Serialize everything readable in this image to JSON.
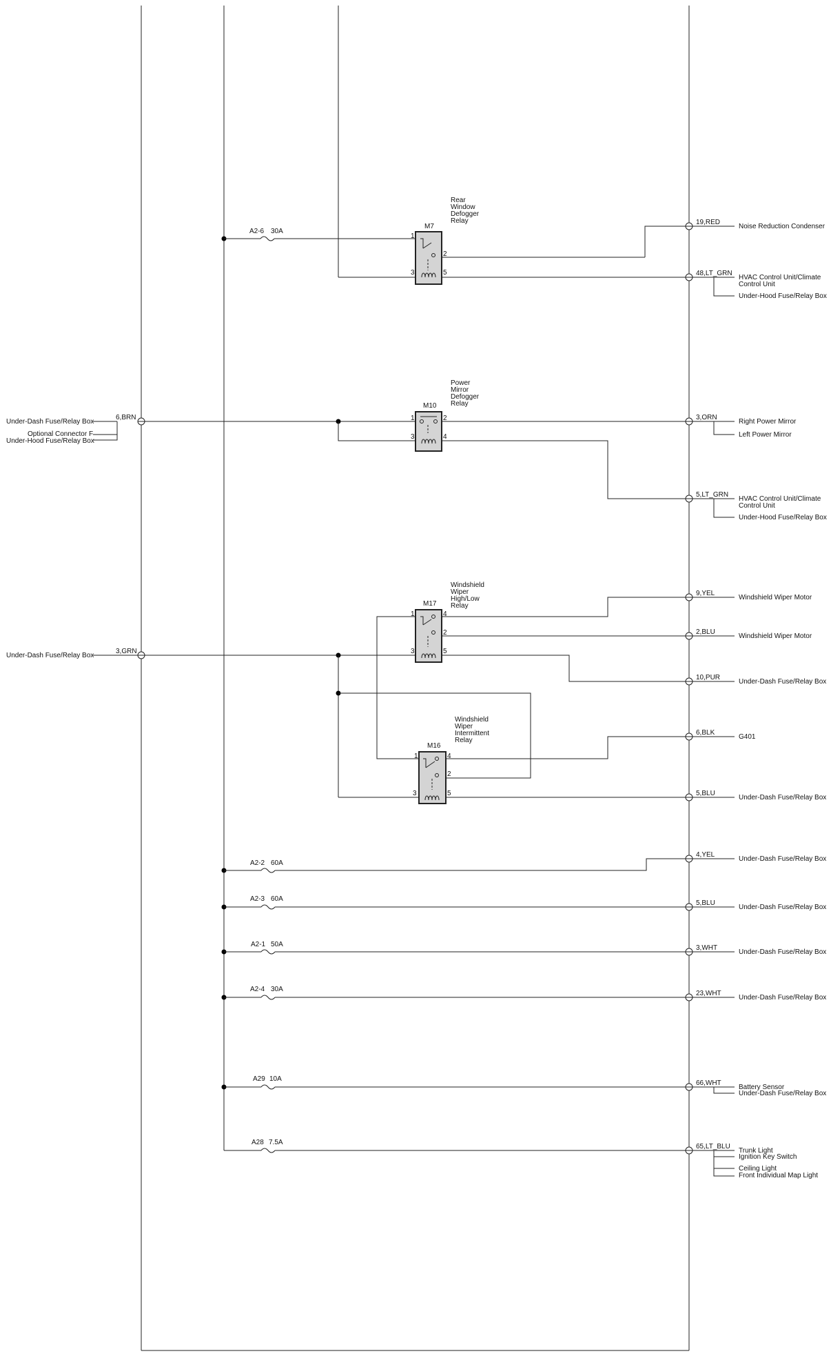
{
  "left_connectors": [
    {
      "id": "lc1",
      "pin": "6,BRN",
      "labels": [
        "Under-Dash Fuse/Relay Box",
        "Optional Connector F",
        "Under-Hood Fuse/Relay Box"
      ]
    },
    {
      "id": "lc2",
      "pin": "3,GRN",
      "labels": [
        "Under-Dash Fuse/Relay Box"
      ]
    }
  ],
  "relays": [
    {
      "id": "M7",
      "name": [
        "Rear",
        "Window",
        "Defogger",
        "Relay"
      ],
      "pins": {
        "p1": "1",
        "p2": "2",
        "p3": "3",
        "p5": "5"
      }
    },
    {
      "id": "M10",
      "name": [
        "Power",
        "Mirror",
        "Defogger",
        "Relay"
      ],
      "pins": {
        "p1": "1",
        "p2": "2",
        "p3": "3",
        "p4": "4"
      }
    },
    {
      "id": "M17",
      "name": [
        "Windshield",
        "Wiper",
        "High/Low",
        "Relay"
      ],
      "pins": {
        "p1": "1",
        "p4": "4",
        "p2": "2",
        "p3": "3",
        "p5": "5"
      }
    },
    {
      "id": "M16",
      "name": [
        "Windshield",
        "Wiper",
        "Intermittent",
        "Relay"
      ],
      "pins": {
        "p1": "1",
        "p4": "4",
        "p2": "2",
        "p3": "3",
        "p5": "5"
      }
    }
  ],
  "fuses": [
    {
      "id": "A2-6",
      "rating": "30A"
    },
    {
      "id": "A2-2",
      "rating": "60A"
    },
    {
      "id": "A2-3",
      "rating": "60A"
    },
    {
      "id": "A2-1",
      "rating": "50A"
    },
    {
      "id": "A2-4",
      "rating": "30A"
    },
    {
      "id": "A29",
      "rating": "10A"
    },
    {
      "id": "A28",
      "rating": "7.5A"
    }
  ],
  "right_connectors": [
    {
      "pin": "19,RED",
      "labels": [
        "Noise Reduction Condenser"
      ]
    },
    {
      "pin": "48,LT_GRN",
      "labels": [
        "HVAC Control Unit/Climate",
        "Control Unit",
        "Under-Hood Fuse/Relay Box"
      ]
    },
    {
      "pin": "3,ORN",
      "labels": [
        "Right Power Mirror",
        "Left Power Mirror"
      ]
    },
    {
      "pin": "5,LT_GRN",
      "labels": [
        "HVAC Control Unit/Climate",
        "Control Unit",
        "Under-Hood Fuse/Relay Box"
      ]
    },
    {
      "pin": "9,YEL",
      "labels": [
        "Windshield Wiper Motor"
      ]
    },
    {
      "pin": "2,BLU",
      "labels": [
        "Windshield Wiper Motor"
      ]
    },
    {
      "pin": "10,PUR",
      "labels": [
        "Under-Dash Fuse/Relay Box"
      ]
    },
    {
      "pin": "6,BLK",
      "labels": [
        "G401"
      ]
    },
    {
      "pin": "5,BLU",
      "labels": [
        "Under-Dash Fuse/Relay Box"
      ]
    },
    {
      "pin": "4,YEL",
      "labels": [
        "Under-Dash Fuse/Relay Box"
      ]
    },
    {
      "pin": "5,BLU",
      "labels": [
        "Under-Dash Fuse/Relay Box"
      ]
    },
    {
      "pin": "3,WHT",
      "labels": [
        "Under-Dash Fuse/Relay Box"
      ]
    },
    {
      "pin": "23,WHT",
      "labels": [
        "Under-Dash Fuse/Relay Box"
      ]
    },
    {
      "pin": "66,WHT",
      "labels": [
        "Battery Sensor",
        "Under-Dash Fuse/Relay Box"
      ]
    },
    {
      "pin": "65,LT_BLU",
      "labels": [
        "Trunk Light",
        "Ignition Key Switch",
        "Ceiling Light",
        "Front Individual Map Light"
      ]
    }
  ]
}
